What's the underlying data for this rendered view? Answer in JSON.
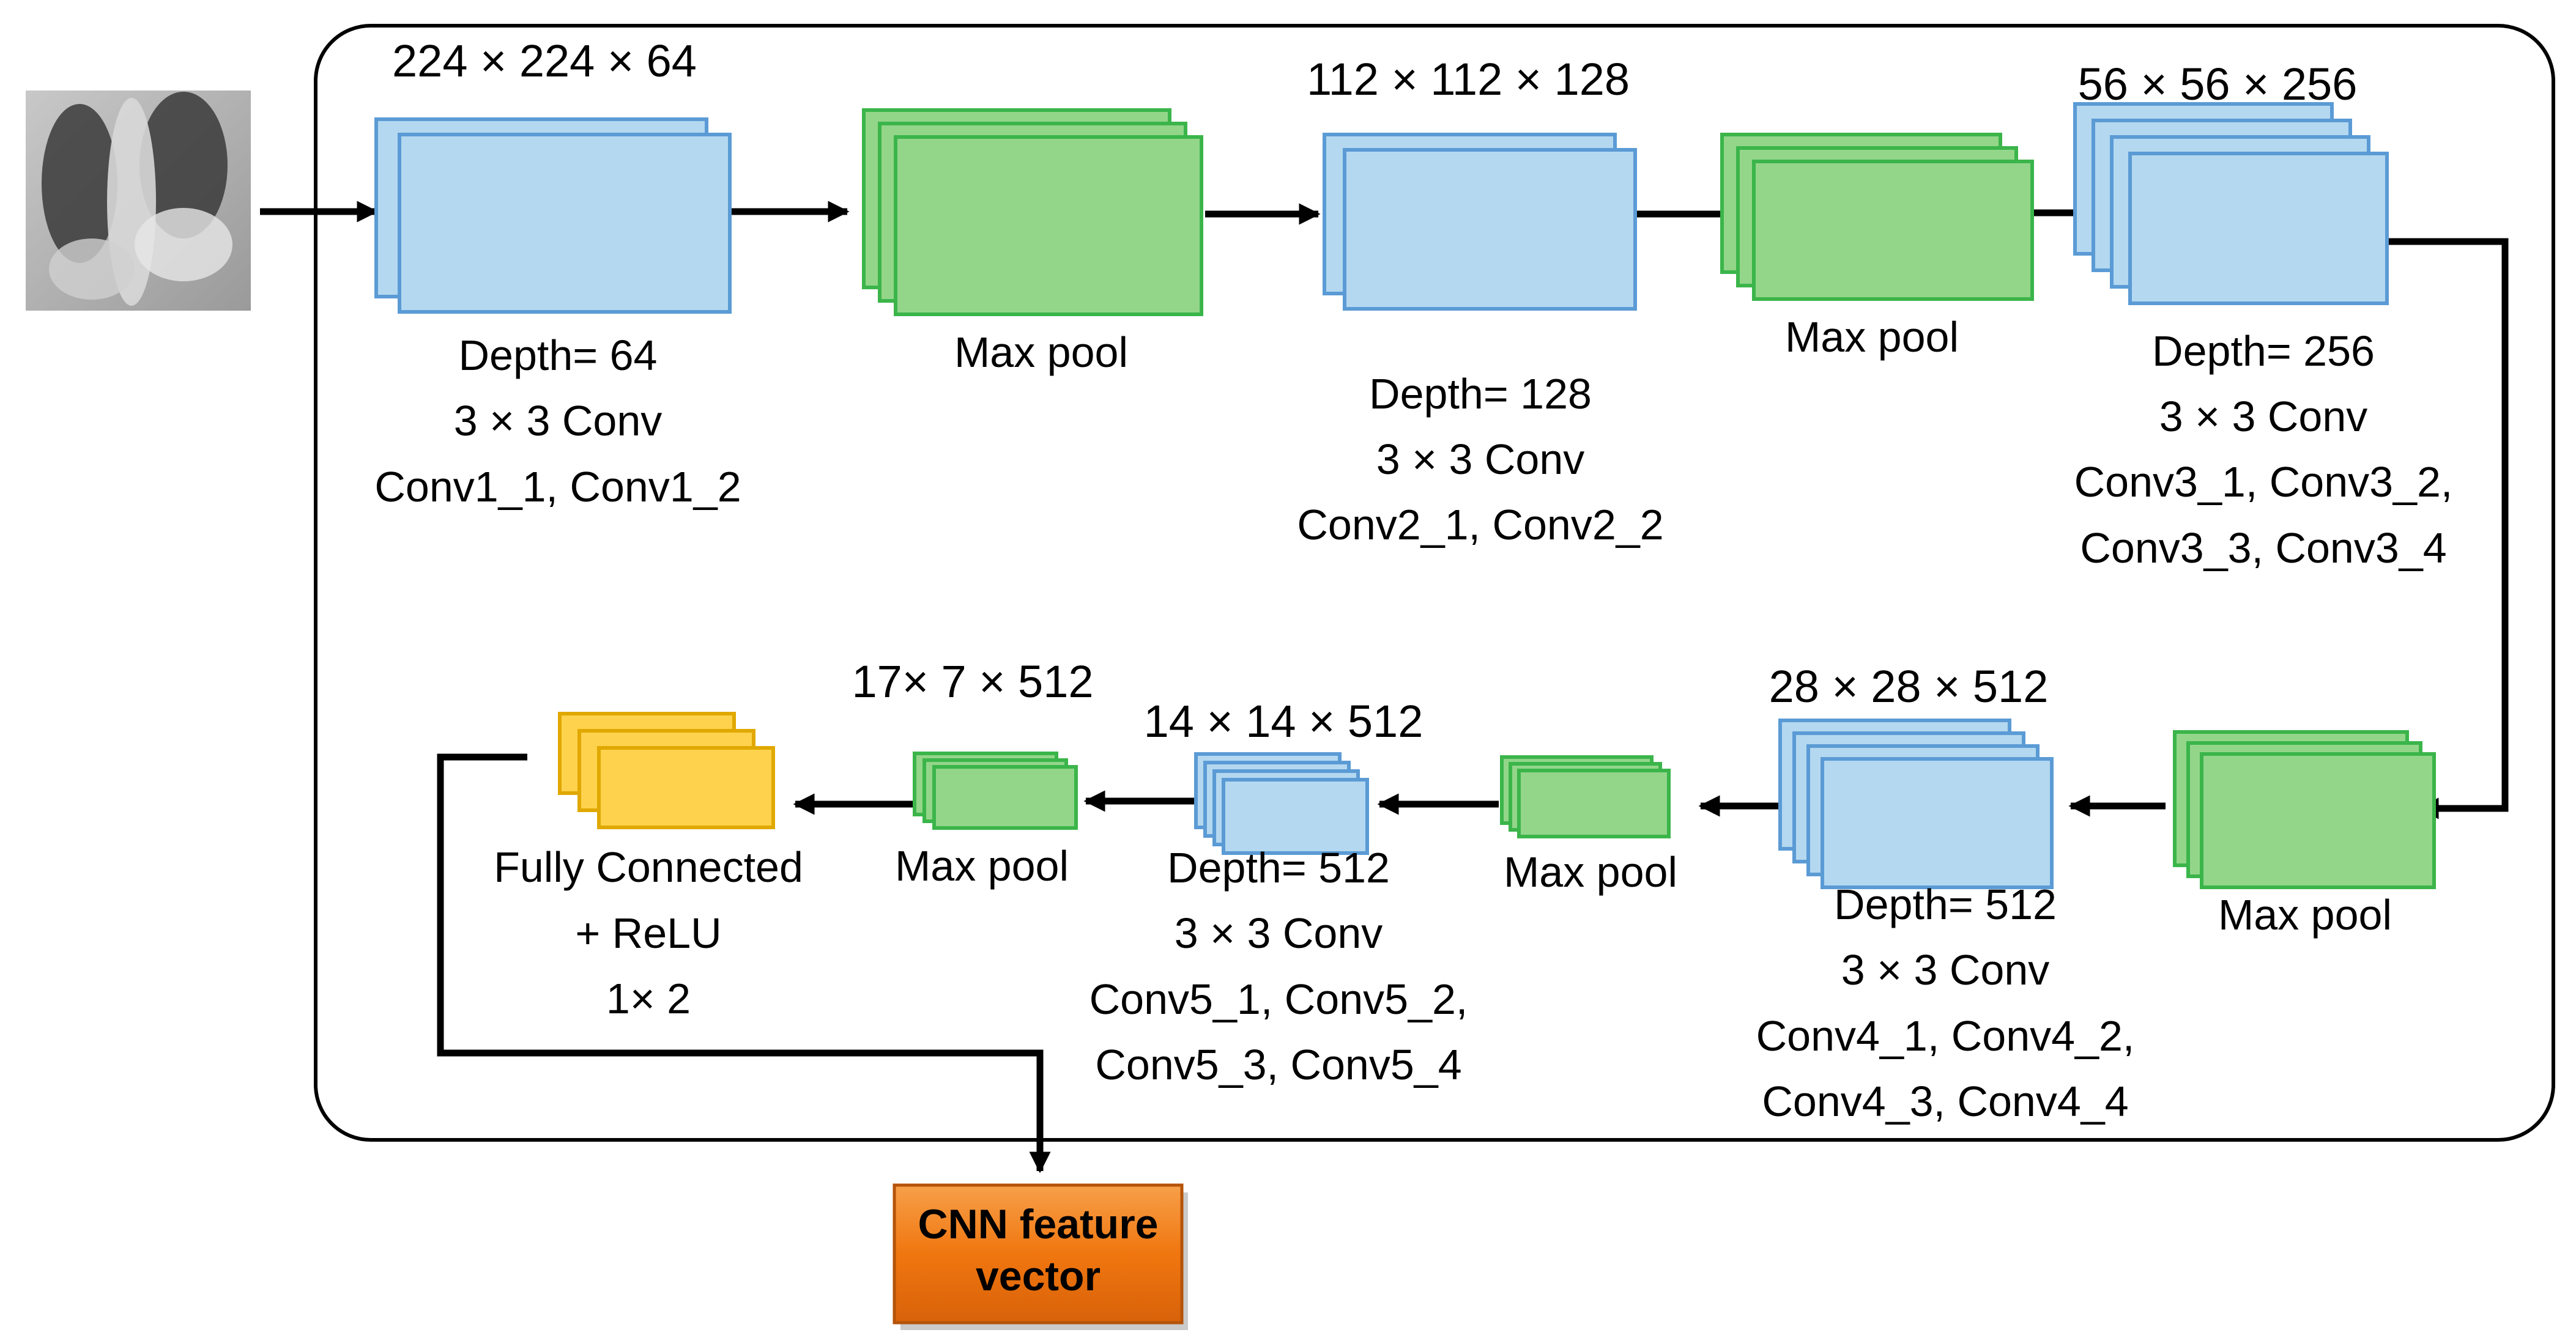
{
  "input": {
    "icon": "chest-xray-image"
  },
  "colors": {
    "conv_fill": "#b4d8f0",
    "conv_stroke": "#5b9bd5",
    "pool_fill": "#93d68a",
    "pool_stroke": "#3bb54a",
    "fc_fill": "#ffd24d",
    "fc_stroke": "#e0a800",
    "output_fill": "#f0760f",
    "output_stroke": "#b45309",
    "frame_stroke": "#000000",
    "arrow": "#000000"
  },
  "blocks": {
    "conv1": {
      "dims": "224 × 224 × 64",
      "lines": [
        "Depth= 64",
        "3 × 3 Conv",
        "Conv1_1, Conv1_2"
      ]
    },
    "pool1": {
      "label": "Max pool"
    },
    "conv2": {
      "dims": "112 × 112 × 128",
      "lines": [
        "Depth= 128",
        "3 × 3 Conv",
        "Conv2_1, Conv2_2"
      ]
    },
    "pool2": {
      "label": "Max pool"
    },
    "conv3": {
      "dims": "56 × 56 × 256",
      "lines": [
        "Depth= 256",
        "3 × 3 Conv",
        "Conv3_1, Conv3_2,",
        "Conv3_3, Conv3_4"
      ]
    },
    "pool3": {
      "label": "Max pool"
    },
    "conv4": {
      "dims": "28 × 28 × 512",
      "lines": [
        "Depth= 512",
        "3 × 3 Conv",
        "Conv4_1, Conv4_2,",
        "Conv4_3, Conv4_4"
      ]
    },
    "pool4": {
      "label": "Max pool"
    },
    "conv5": {
      "dims": "14 × 14 × 512",
      "lines": [
        "Depth= 512",
        "3 × 3 Conv",
        "Conv5_1, Conv5_2,",
        "Conv5_3, Conv5_4"
      ]
    },
    "pool5": {
      "dims": "17× 7 × 512",
      "label": "Max pool"
    },
    "fc": {
      "lines": [
        "Fully Connected",
        "+ ReLU",
        "1× 2"
      ]
    }
  },
  "output": {
    "lines": [
      "CNN feature",
      "vector"
    ]
  }
}
